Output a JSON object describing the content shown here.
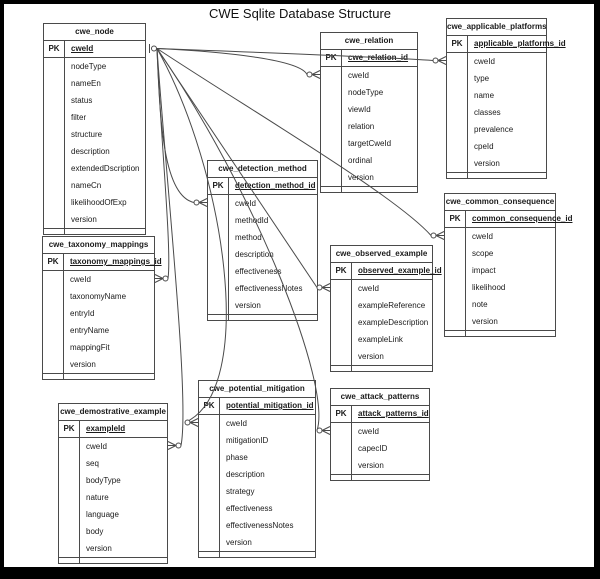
{
  "title": "CWE Sqlite Database Structure",
  "pk_label": "PK",
  "tables": [
    {
      "id": "cwe_node",
      "name": "cwe_node",
      "pk": "cweId",
      "fields": [
        "nodeType",
        "nameEn",
        "status",
        "filter",
        "structure",
        "description",
        "extendedDscription",
        "nameCn",
        "likelihoodOfExp",
        "version"
      ]
    },
    {
      "id": "cwe_relation",
      "name": "cwe_relation",
      "pk": "cwe_relation_id",
      "fields": [
        "cweId",
        "nodeType",
        "viewId",
        "relation",
        "targetCweId",
        "ordinal",
        "version"
      ]
    },
    {
      "id": "cwe_applicable_platforms",
      "name": "cwe_applicable_platforms",
      "pk": "applicable_platforms_id",
      "fields": [
        "cweId",
        "type",
        "name",
        "classes",
        "prevalence",
        "cpeId",
        "version"
      ]
    },
    {
      "id": "cwe_detection_method",
      "name": "cwe_detection_method",
      "pk": "detection_method_id",
      "fields": [
        "cweId",
        "methodId",
        "method",
        "description",
        "effectiveness",
        "effectivenessNotes",
        "version"
      ]
    },
    {
      "id": "cwe_common_consequence",
      "name": "cwe_common_consequence",
      "pk": "common_consequence_id",
      "fields": [
        "cweId",
        "scope",
        "impact",
        "likelihood",
        "note",
        "version"
      ]
    },
    {
      "id": "cwe_observed_example",
      "name": "cwe_observed_example",
      "pk": "observed_example_id",
      "fields": [
        "cweId",
        "exampleReference",
        "exampleDescription",
        "exampleLink",
        "version"
      ]
    },
    {
      "id": "cwe_taxonomy_mappings",
      "name": "cwe_taxonomy_mappings",
      "pk": "taxonomy_mappings_id",
      "fields": [
        "cweId",
        "taxonomyName",
        "entryId",
        "entryName",
        "mappingFit",
        "version"
      ]
    },
    {
      "id": "cwe_demostrative_example",
      "name": "cwe_demostrative_example",
      "pk": "exampleId",
      "fields": [
        "cweId",
        "seq",
        "bodyType",
        "nature",
        "language",
        "body",
        "version"
      ]
    },
    {
      "id": "cwe_potential_mitigation",
      "name": "cwe_potential_mitigation",
      "pk": "potential_mitigation_id",
      "fields": [
        "cweId",
        "mitigationID",
        "phase",
        "description",
        "strategy",
        "effectiveness",
        "effectivenessNotes",
        "version"
      ]
    },
    {
      "id": "cwe_attack_patterns",
      "name": "cwe_attack_patterns",
      "pk": "attack_patterns_id",
      "fields": [
        "cweId",
        "capecID",
        "version"
      ]
    }
  ],
  "relationships": [
    {
      "from": "cwe_node",
      "from_field": "cweId",
      "to": "cwe_relation",
      "to_field": "cweId",
      "cardinality": "one-to-many"
    },
    {
      "from": "cwe_node",
      "from_field": "cweId",
      "to": "cwe_applicable_platforms",
      "to_field": "cweId",
      "cardinality": "one-to-many"
    },
    {
      "from": "cwe_node",
      "from_field": "cweId",
      "to": "cwe_detection_method",
      "to_field": "cweId",
      "cardinality": "one-to-many"
    },
    {
      "from": "cwe_node",
      "from_field": "cweId",
      "to": "cwe_common_consequence",
      "to_field": "cweId",
      "cardinality": "one-to-many"
    },
    {
      "from": "cwe_node",
      "from_field": "cweId",
      "to": "cwe_observed_example",
      "to_field": "cweId",
      "cardinality": "one-to-many"
    },
    {
      "from": "cwe_node",
      "from_field": "cweId",
      "to": "cwe_taxonomy_mappings",
      "to_field": "cweId",
      "cardinality": "one-to-many"
    },
    {
      "from": "cwe_node",
      "from_field": "cweId",
      "to": "cwe_demostrative_example",
      "to_field": "cweId",
      "cardinality": "one-to-many"
    },
    {
      "from": "cwe_node",
      "from_field": "cweId",
      "to": "cwe_potential_mitigation",
      "to_field": "cweId",
      "cardinality": "one-to-many"
    },
    {
      "from": "cwe_node",
      "from_field": "cweId",
      "to": "cwe_attack_patterns",
      "to_field": "cweId",
      "cardinality": "one-to-many"
    }
  ],
  "line_color": "#4a4a4a"
}
